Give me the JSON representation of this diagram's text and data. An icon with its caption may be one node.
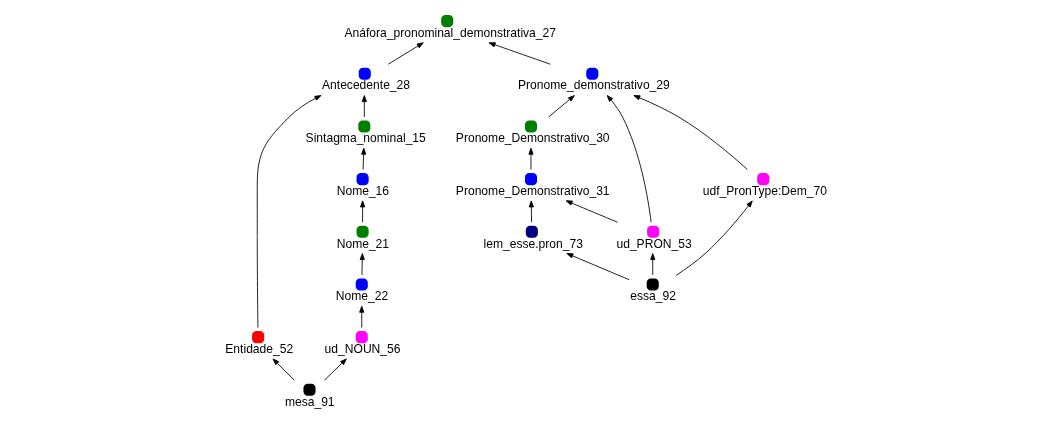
{
  "diagram": {
    "nodes": [
      {
        "text": [
          "Anáfora_pronominal_demonstrativa_27"
        ]
      },
      {
        "text": [
          "Pronome_Demonstrativo_30"
        ]
      },
      {
        "text": [
          "Antecedente_28"
        ]
      },
      {
        "text": [
          "Sintagma_nominal_15"
        ]
      },
      {
        "text": [
          "Pronome_Demonstrativo_31"
        ]
      },
      {
        "text": [
          "Pronome_demonstrativo_29"
        ]
      },
      {
        "text": [
          "Entidade_52"
        ]
      },
      {
        "text": [
          "ud_PRON_53"
        ]
      },
      {
        "text": [
          "Nome_16"
        ]
      },
      {
        "text": [
          "lem_esse.pron_73"
        ]
      },
      {
        "text": [
          "udf_PronType:Dem_70"
        ]
      },
      {
        "text": [
          "Nome_21"
        ]
      },
      {
        "text": [
          "Nome_22"
        ]
      },
      {
        "text": [
          "essa_92"
        ]
      },
      {
        "text": [
          "mesa_91"
        ]
      },
      {
        "text": [
          "ud_NOUN_56"
        ]
      }
    ],
    "edges": [
      {
        "from": 5,
        "to": 0,
        "arrow": "to"
      },
      {
        "from": 2,
        "to": 0,
        "arrow": "to"
      },
      {
        "from": 3,
        "to": 2,
        "arrow": "to"
      },
      {
        "from": 6,
        "to": 2,
        "arrow": "to"
      },
      {
        "from": 8,
        "to": 3,
        "arrow": "to"
      },
      {
        "from": 11,
        "to": 8,
        "arrow": "to"
      },
      {
        "from": 12,
        "to": 11,
        "arrow": "to"
      },
      {
        "from": 15,
        "to": 12,
        "arrow": "to"
      },
      {
        "from": 14,
        "to": 15,
        "arrow": "to"
      },
      {
        "from": 14,
        "to": 6,
        "arrow": "to"
      },
      {
        "from": 4,
        "to": 1,
        "arrow": "to"
      },
      {
        "from": 1,
        "to": 5,
        "arrow": "to"
      },
      {
        "from": 7,
        "to": 4,
        "arrow": "to"
      },
      {
        "from": 7,
        "to": 5,
        "arrow": "to"
      },
      {
        "from": 9,
        "to": 4,
        "arrow": "to"
      },
      {
        "from": 13,
        "to": 9,
        "arrow": "to"
      },
      {
        "from": 13,
        "to": 7,
        "arrow": "to"
      },
      {
        "from": 13,
        "to": 10,
        "arrow": "to"
      },
      {
        "from": 10,
        "to": 5,
        "arrow": "to"
      }
    ]
  }
}
